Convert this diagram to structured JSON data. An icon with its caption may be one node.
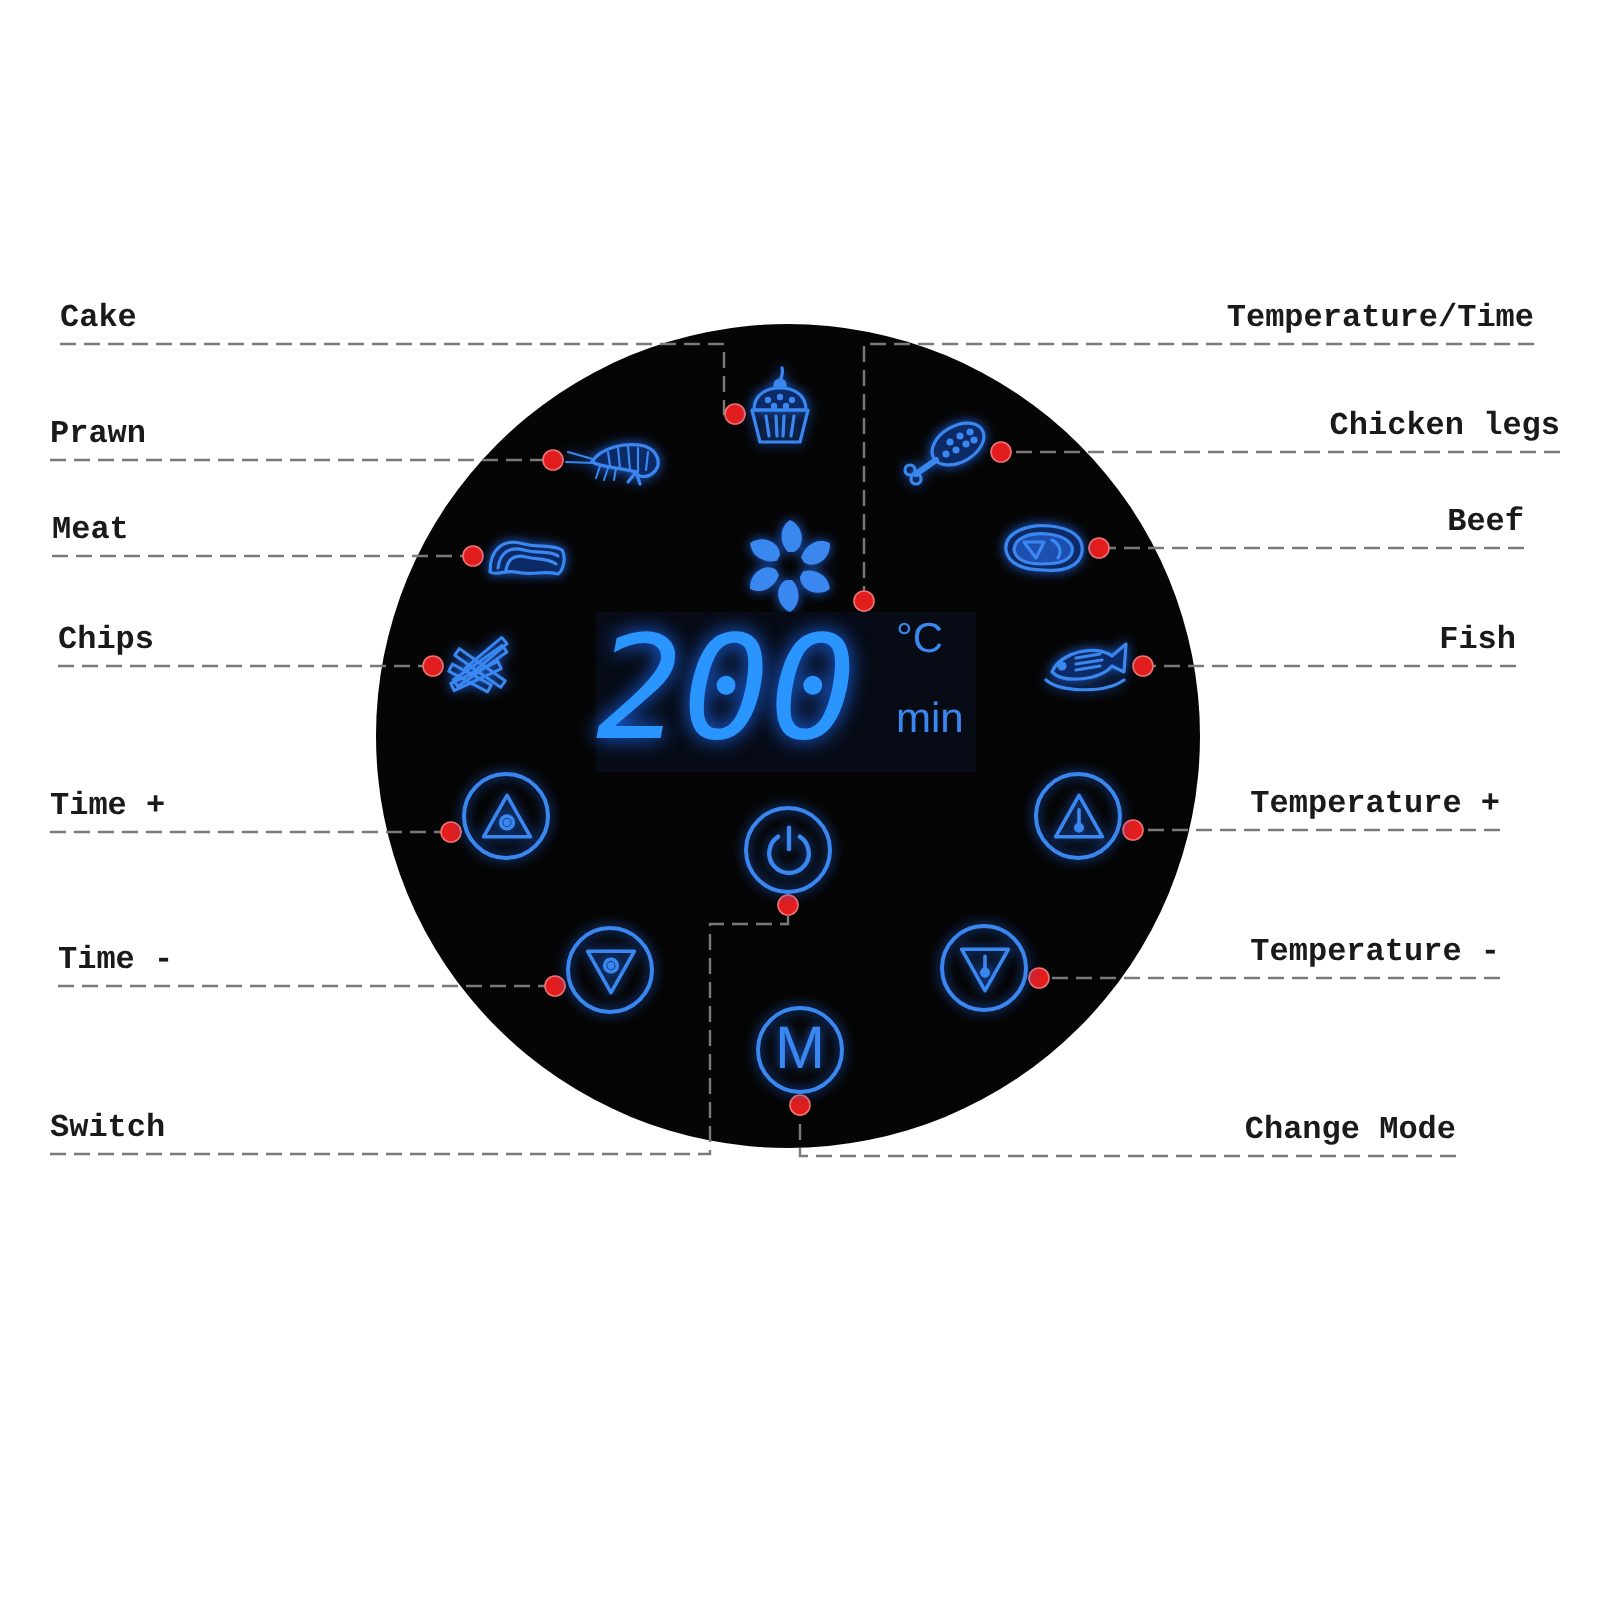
{
  "diagram": {
    "nodes": [
      {
        "text": [],
        "shape": "circle"
      },
      {
        "text": [],
        "shape": "picture",
        "in": 0
      },
      {
        "text": [],
        "shape": "picture",
        "in": 0
      },
      {
        "text": [],
        "shape": "picture",
        "in": 0
      },
      {
        "text": [],
        "shape": "picture",
        "in": 0
      },
      {
        "text": [],
        "shape": "picture",
        "in": 0
      },
      {
        "text": [
          "200",
          "°C",
          "min"
        ],
        "in": 0
      },
      {
        "text": [],
        "shape": "picture",
        "in": 0
      },
      {
        "text": [],
        "shape": "picture",
        "in": 0
      },
      {
        "text": [],
        "shape": "circle",
        "in": 0
      },
      {
        "text": [],
        "shape": "circle",
        "in": 0
      },
      {
        "text": [],
        "shape": "circle",
        "in": 0
      },
      {
        "text": [],
        "shape": "circle",
        "in": 0
      },
      {
        "text": [],
        "shape": "circle",
        "in": 0
      },
      {
        "text": [
          "M"
        ],
        "in": 0
      },
      {
        "text": [
          "Cake"
        ]
      },
      {
        "text": [
          "Temperature/Time"
        ]
      },
      {
        "text": [
          "Prawn"
        ]
      },
      {
        "text": [
          "Chicken legs"
        ]
      },
      {
        "text": [
          "Meat"
        ]
      },
      {
        "text": [
          "Beef"
        ]
      },
      {
        "text": [
          "Chips"
        ]
      },
      {
        "text": [
          "Fish"
        ]
      },
      {
        "text": [
          "Time +"
        ]
      },
      {
        "text": [
          "Temperature +"
        ]
      },
      {
        "text": [
          "Time -"
        ]
      },
      {
        "text": [
          "Temperature -"
        ]
      },
      {
        "text": [
          "Switch"
        ]
      },
      {
        "text": [
          "Change Mode"
        ]
      }
    ],
    "edges": [
      {
        "from": 15,
        "to": 1,
        "arrow": "other"
      },
      {
        "from": 16,
        "to": 6,
        "arrow": "other"
      },
      {
        "from": 17,
        "to": 3,
        "arrow": "other"
      },
      {
        "from": 18,
        "to": 2,
        "arrow": "other"
      },
      {
        "from": 19,
        "to": 4,
        "arrow": "other"
      },
      {
        "from": 20,
        "to": 5,
        "arrow": "other"
      },
      {
        "from": 21,
        "to": 7,
        "arrow": "other"
      },
      {
        "from": 22,
        "to": 8,
        "arrow": "other"
      },
      {
        "from": 23,
        "to": 9,
        "arrow": "other"
      },
      {
        "from": 24,
        "to": 11,
        "arrow": "other"
      },
      {
        "from": 25,
        "to": 12,
        "arrow": "other"
      },
      {
        "from": 26,
        "to": 13,
        "arrow": "other"
      },
      {
        "from": 27,
        "to": 10,
        "arrow": "other"
      },
      {
        "from": 28,
        "to": 14,
        "arrow": "other"
      }
    ]
  }
}
